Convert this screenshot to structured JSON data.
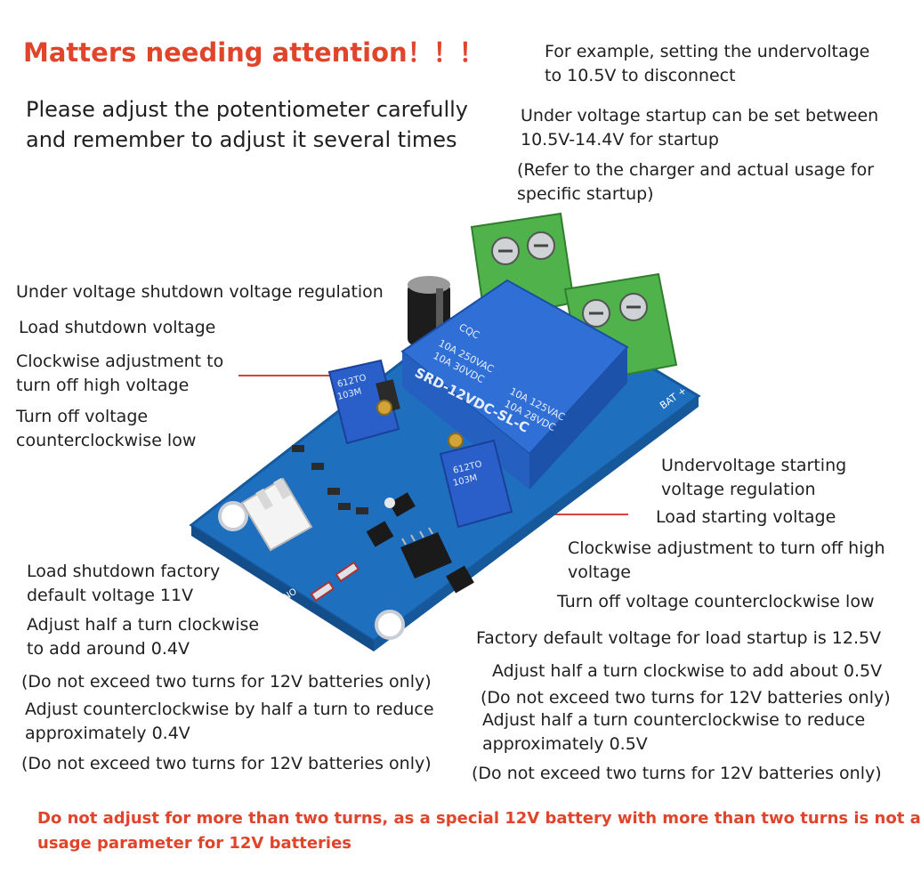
{
  "title": "Matters needing attention！！！",
  "intro": [
    "Please adjust the potentiometer carefully",
    "and remember to adjust it several times"
  ],
  "top_right": [
    "For example, setting the undervoltage",
    "to 10.5V to disconnect",
    "Under voltage startup can be set between",
    "10.5V-14.4V for startup",
    "(Refer to the charger and actual usage for",
    "specific startup)"
  ],
  "left": [
    "Under voltage shutdown voltage regulation",
    "Load shutdown voltage",
    "Clockwise adjustment to",
    "turn off high voltage",
    "Turn off voltage",
    "counterclockwise low"
  ],
  "right": [
    "Undervoltage starting",
    "voltage regulation",
    "Load starting voltage",
    "Clockwise adjustment to turn off high",
    "voltage",
    "Turn off voltage counterclockwise low"
  ],
  "bottom_left": [
    "Load shutdown factory",
    "default voltage 11V",
    "Adjust half a turn clockwise",
    "to add around 0.4V",
    "(Do not exceed two turns for 12V batteries only)",
    "Adjust counterclockwise by half a turn to reduce",
    "approximately 0.4V",
    "(Do not exceed two turns for 12V batteries only)"
  ],
  "bottom_right": [
    "Factory default voltage for load startup is 12.5V",
    "Adjust half a turn clockwise to add about 0.5V",
    "(Do not exceed two turns for 12V batteries only)",
    "Adjust half a turn counterclockwise to reduce",
    "approximately 0.5V",
    "(Do not exceed two turns for 12V batteries only)"
  ],
  "warning": [
    "Do not adjust for more than two turns, as a special 12V battery with more than two turns is not a",
    "usage parameter for 12V batteries"
  ],
  "board": {
    "relay_lines": [
      "10A 250VAC",
      "10A 30VDC",
      "10A 125VAC",
      "10A 28VDC",
      "SRD-12VDC-SL-C"
    ],
    "relay_brand": "CQC",
    "pot_label": "612TO",
    "pot_value": "103M",
    "terminal_label": "BAT +",
    "switch_label": "ON-SW",
    "colors": {
      "pcb": "#1f6fbf",
      "relay": "#2f6fd6",
      "terminal": "#4fb24a",
      "pot": "#2a5fc9",
      "accent": "#e0442b"
    }
  }
}
